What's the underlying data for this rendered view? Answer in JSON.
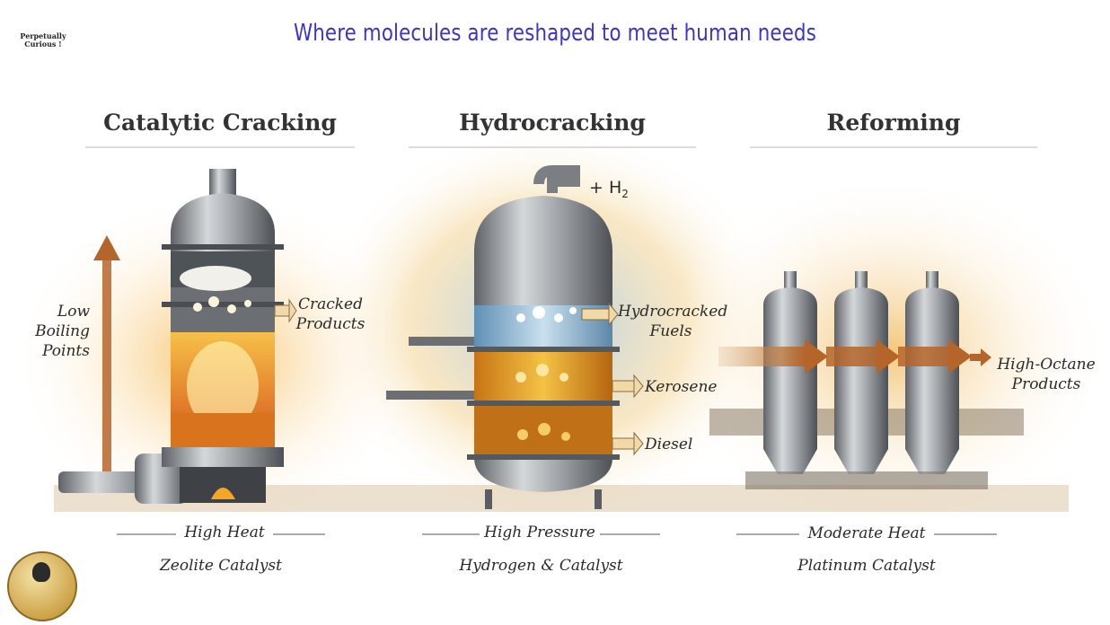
{
  "title": "Where molecules are reshaped to meet human needs",
  "sections": [
    {
      "heading": "Catalytic Cracking",
      "condition": "High Heat",
      "catalyst": "Zeolite Catalyst",
      "outputs": [
        "Cracked",
        "Products"
      ]
    },
    {
      "heading": "Hydrocracking",
      "condition": "High Pressure",
      "catalyst": "Hydrogen & Catalyst",
      "input": "+ H",
      "input_sub": "2",
      "outputs": [
        [
          "Hydrocracked",
          "Fuels"
        ],
        [
          "Kerosene"
        ],
        [
          "Diesel"
        ]
      ]
    },
    {
      "heading": "Reforming",
      "condition": "Moderate Heat",
      "catalyst": "Platinum Catalyst",
      "outputs": [
        "High-Octane",
        "Products"
      ]
    }
  ],
  "boiling_axis": [
    "Low",
    "Boiling",
    "Points"
  ],
  "logo": {
    "line1": "Perpetually",
    "line2": "Curious !"
  },
  "colors": {
    "title": "#3b35c9",
    "arrow": "#b5652a",
    "steel": "#9a9ea3",
    "amber": "#e8a11f",
    "blue": "#7fb3d8"
  }
}
